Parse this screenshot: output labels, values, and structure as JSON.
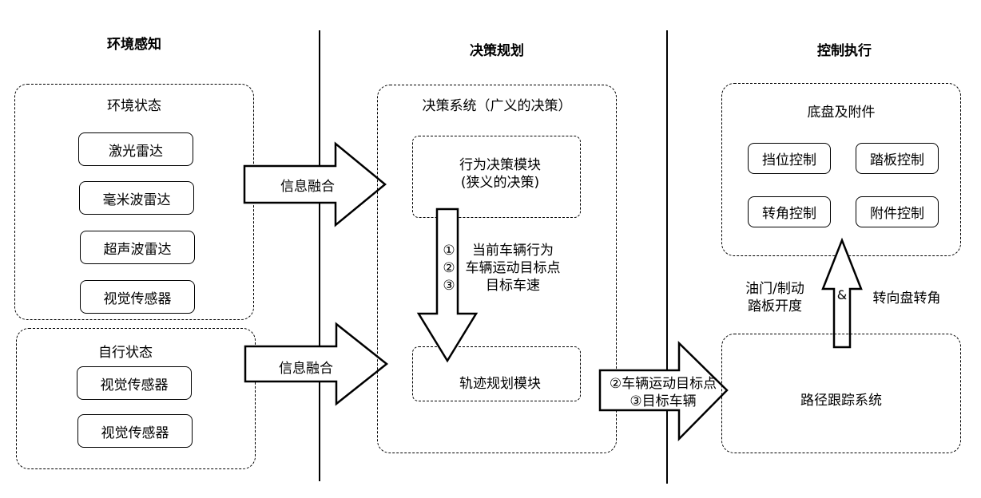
{
  "headers": {
    "perception": "环境感知",
    "planning": "决策规划",
    "control": "控制执行"
  },
  "env_state": {
    "title": "环境状态",
    "sensors": [
      "激光雷达",
      "毫米波雷达",
      "超声波雷达",
      "视觉传感器"
    ]
  },
  "self_state": {
    "title": "自行状态",
    "sensors": [
      "视觉传感器",
      "视觉传感器"
    ]
  },
  "fusion_labels": [
    "信息融合",
    "信息融合"
  ],
  "decision": {
    "title": "决策系统（广义的决策）",
    "behavior_module": [
      "行为决策模块",
      "(狭义的决策)"
    ],
    "trajectory_module": "轨迹规划模块",
    "outputs": [
      {
        "num": "①",
        "text": "当前车辆行为"
      },
      {
        "num": "②",
        "text": "车辆运动目标点"
      },
      {
        "num": "③",
        "text": "目标车速"
      }
    ]
  },
  "to_control_arrow": [
    "②车辆运动目标点",
    "③目标车辆"
  ],
  "chassis": {
    "title": "底盘及附件",
    "controls": [
      "挡位控制",
      "踏板控制",
      "转角控制",
      "附件控制"
    ]
  },
  "path_tracking": "路径跟踪系统",
  "control_signals": {
    "left": [
      "油门/制动",
      "踏板开度"
    ],
    "amp": "&",
    "right": "转向盘转角"
  }
}
